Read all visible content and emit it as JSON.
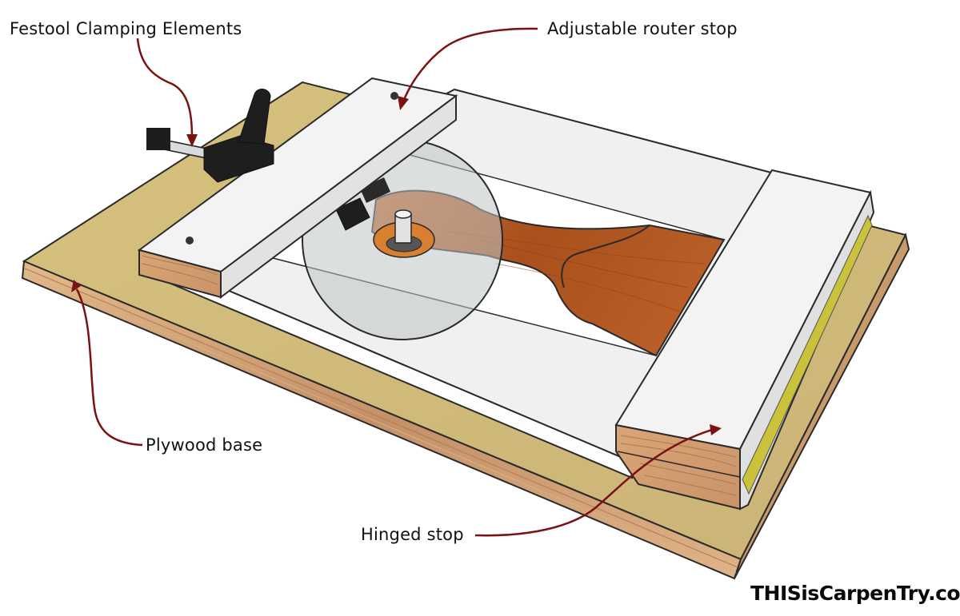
{
  "labels": {
    "clamping": "Festool Clamping Elements",
    "router_stop": "Adjustable router stop",
    "plywood": "Plywood base",
    "hinged": "Hinged stop"
  },
  "brand": "THISisCarpenTry.com",
  "colors": {
    "arrow": "#7a1212",
    "plywood_top": "#d8c483",
    "plywood_edge": "#c99e6c",
    "white_board": "#f2f2f2",
    "board_side": "#e3e3e3",
    "workpiece": "#b45a22",
    "router_base": "#b9bdbf",
    "clamp": "#1c1c1c",
    "hinge": "#c9c23a"
  }
}
